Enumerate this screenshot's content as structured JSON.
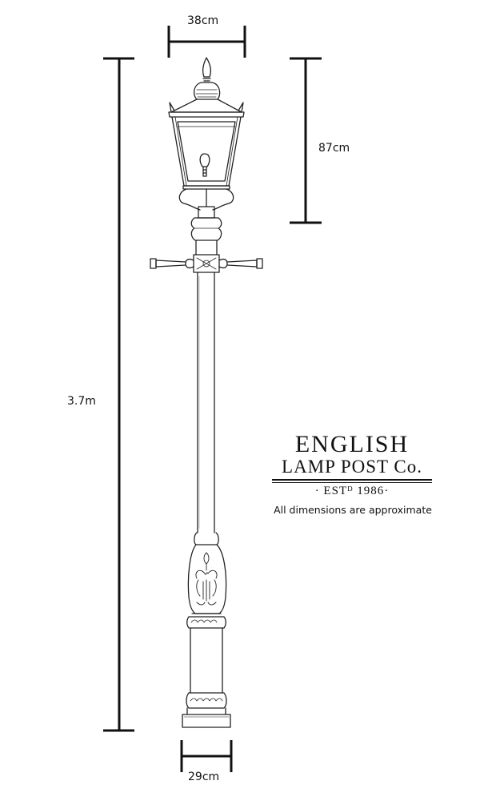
{
  "diagram": {
    "subject": "Victorian-style lamp post",
    "dimensions": {
      "lantern_width": "38cm",
      "lantern_height": "87cm",
      "total_height": "3.7m",
      "base_width": "29cm"
    }
  },
  "brand": {
    "line1": "ENGLISH",
    "line2": "LAMP POST Co.",
    "established": "· ESTᴰ 1986·"
  },
  "note": "All dimensions are approximate"
}
